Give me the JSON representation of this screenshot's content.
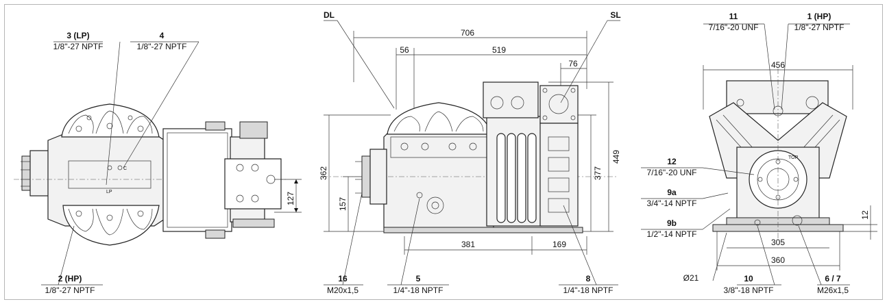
{
  "left_view": {
    "label_3": "3 (LP)",
    "spec_3": "1/8\"-27 NPTF",
    "label_4": "4",
    "spec_4": "1/8\"-27 NPTF",
    "label_2": "2 (HP)",
    "spec_2": "1/8\"-27 NPTF",
    "dim_127": "127",
    "mark_lp": "LP",
    "mark_c": "C"
  },
  "middle_view": {
    "label_dl": "DL",
    "label_sl": "SL",
    "dim_706": "706",
    "dim_56": "56",
    "dim_519": "519",
    "dim_76": "76",
    "dim_362": "362",
    "dim_157": "157",
    "dim_377": "377",
    "dim_449": "449",
    "dim_381": "381",
    "dim_169": "169",
    "label_16": "16",
    "spec_16": "M20x1,5",
    "label_5": "5",
    "spec_5": "1/4\"-18 NPTF",
    "label_8": "8",
    "spec_8": "1/4\"-18 NPTF"
  },
  "right_view": {
    "label_11": "11",
    "spec_11": "7/16\"-20 UNF",
    "label_1": "1 (HP)",
    "spec_1": "1/8\"-27 NPTF",
    "dim_456": "456",
    "label_12": "12",
    "spec_12": "7/16\"-20 UNF",
    "label_9a": "9a",
    "spec_9a": "3/4\"-14 NPTF",
    "label_9b": "9b",
    "spec_9b": "1/2\"-14 NPTF",
    "dim_12": "12",
    "dim_305": "305",
    "dim_360": "360",
    "dim_d21": "Ø21",
    "label_10": "10",
    "spec_10": "3/8\"-18 NPTF",
    "label_67": "6 / 7",
    "spec_67": "M26x1,5",
    "mark_top": "TOP"
  }
}
